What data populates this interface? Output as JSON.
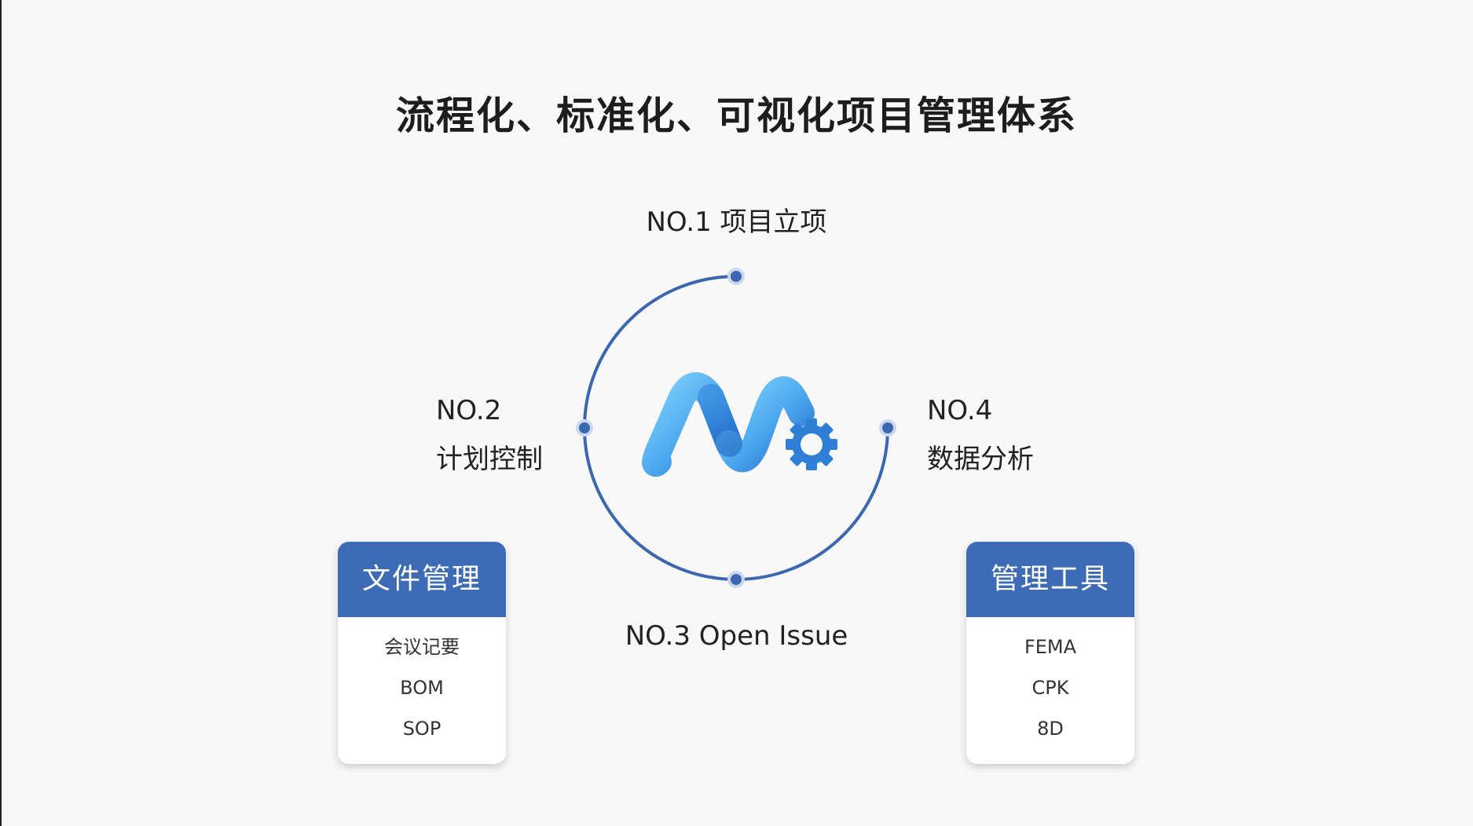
{
  "title": "流程化、标准化、可视化项目管理体系",
  "steps": [
    {
      "num": "NO.1",
      "text": "项目立项",
      "full": "NO.1 项目立项"
    },
    {
      "num": "NO.2",
      "text": "计划控制"
    },
    {
      "num": "NO.3",
      "text": "Open Issue",
      "full": "NO.3 Open Issue"
    },
    {
      "num": "NO.4",
      "text": "数据分析"
    }
  ],
  "cards": {
    "left": {
      "title": "文件管理",
      "items": [
        "会议记要",
        "BOM",
        "SOP"
      ]
    },
    "right": {
      "title": "管理工具",
      "items": [
        "FEMA",
        "CPK",
        "8D"
      ]
    }
  },
  "colors": {
    "accent": "#3d6bb5",
    "ring": "#3a67b0",
    "logo_light": "#6cc3f5",
    "logo_dark": "#2f7fd6"
  },
  "icons": {
    "logo": "m-gear-logo-icon"
  }
}
